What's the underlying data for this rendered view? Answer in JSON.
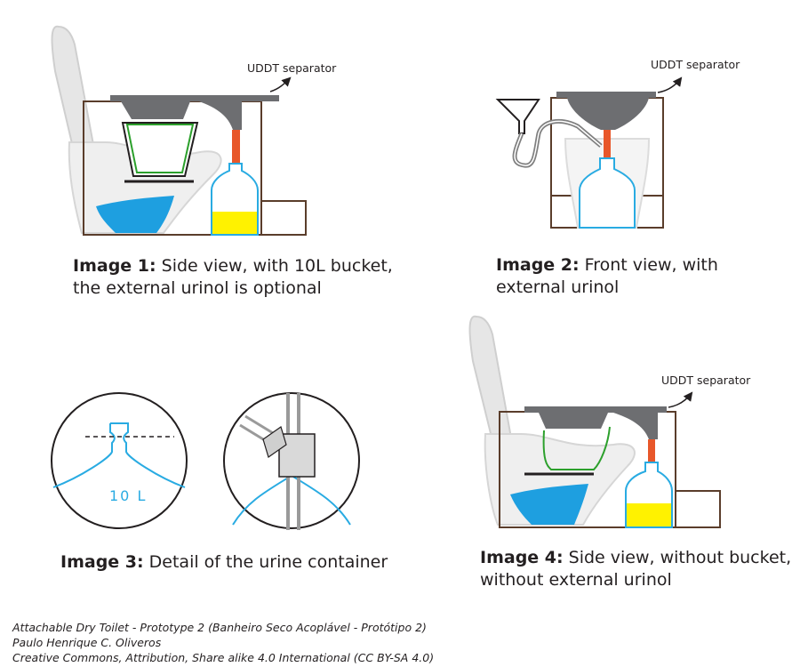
{
  "captions": {
    "image1": {
      "label": "Image 1:",
      "line1": "Side view, with 10L bucket,",
      "line2": "the external urinol is optional"
    },
    "image2": {
      "label": "Image 2:",
      "line1": "Front view, with",
      "line2": "external urinol"
    },
    "image3": {
      "label": "Image 3:",
      "line1": "Detail of the urine container"
    },
    "image4": {
      "label": "Image 4:",
      "line1": "Side view, without bucket,",
      "line2": "without external urinol"
    }
  },
  "callouts": {
    "separator1": "UDDT separator",
    "separator2": "UDDT separator",
    "separator4": "UDDT separator"
  },
  "detail": {
    "volume_label": "10 L"
  },
  "credits": {
    "line1": "Attachable Dry Toilet - Prototype 2 (Banheiro Seco Acoplável - Protótipo 2)",
    "line2": "Paulo Henrique C. Oliveros",
    "line3": "Creative Commons, Attribution, Share alike 4.0 International (CC BY-SA 4.0)"
  },
  "colors": {
    "outline": "#5a3d2b",
    "separator": "#6d6e71",
    "urine_pipe": "#e8572a",
    "container": "#29abe2",
    "urine": "#fff200",
    "water": "#1e9fe0",
    "toilet": "#e6e6e6",
    "bucket_green": "#2ca02c"
  }
}
